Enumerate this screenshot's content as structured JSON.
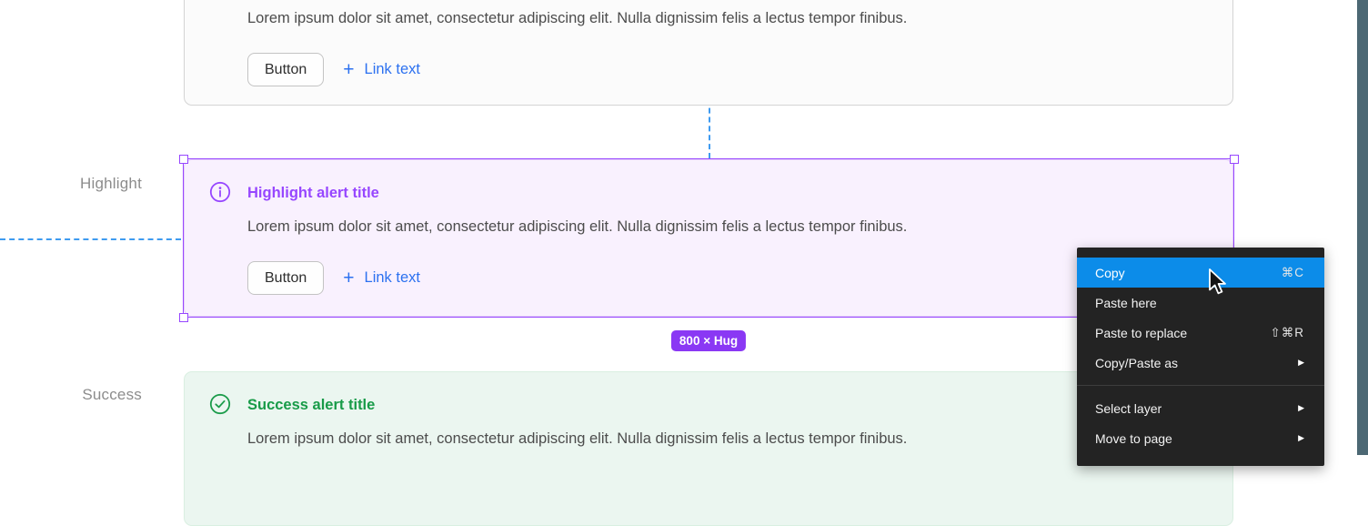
{
  "canvas": {
    "row_labels": {
      "highlight": "Highlight",
      "success": "Success"
    },
    "size_badge": "800 × Hug"
  },
  "cards": [
    {
      "name": "top-alert",
      "lorem": "Lorem ipsum dolor sit amet, consectetur adipiscing elit. Nulla dignissim felis a lectus tempor finibus.",
      "button": "Button",
      "plus": "+",
      "link": "Link text"
    },
    {
      "name": "highlight-alert",
      "title": "Highlight alert title",
      "lorem": "Lorem ipsum dolor sit amet, consectetur adipiscing elit. Nulla dignissim felis a lectus tempor finibus.",
      "button": "Button",
      "plus": "+",
      "link": "Link text"
    },
    {
      "name": "success-alert",
      "title": "Success alert title",
      "lorem": "Lorem ipsum dolor sit amet, consectetur adipiscing elit. Nulla dignissim felis a lectus tempor finibus."
    }
  ],
  "context_menu": {
    "highlighted_item": "Copy",
    "items": [
      {
        "label": "Copy",
        "shortcut": "⌘C"
      },
      {
        "label": "Paste here",
        "shortcut": ""
      },
      {
        "label": "Paste to replace",
        "shortcut": "⇧⌘R"
      },
      {
        "label": "Copy/Paste as",
        "submenu": "▶"
      },
      {
        "label": "Select layer",
        "submenu": "▶"
      },
      {
        "label": "Move to page",
        "submenu": "▶"
      }
    ]
  },
  "colors": {
    "component_purple": "#9747ff",
    "badge_purple": "#8a38f4",
    "success_green": "#189b48",
    "link_blue": "#2c71f0",
    "menu_highlight_blue": "#0c8ce9",
    "menu_background": "#232323",
    "guide_blue": "#3f9bf0",
    "side_strip_teal": "#4c6874",
    "highlight_card_bg": "#f9f1fe",
    "success_card_bg": "#ebf6f0"
  }
}
